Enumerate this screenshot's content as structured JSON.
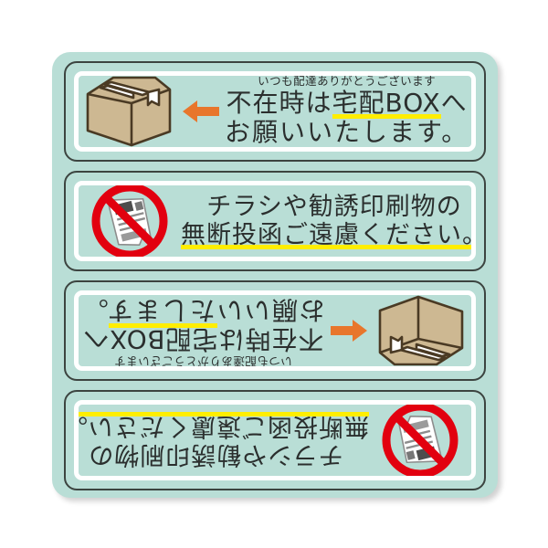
{
  "sticker": {
    "background_color": "#b9ded6",
    "border_color": "#3c4440",
    "inner_border_color": "#ffffff",
    "highlight_color": "#ffee00",
    "arrow_color": "#e8762c",
    "prohibition_color": "#e2000f",
    "box_color": "#cdb892"
  },
  "panels": [
    {
      "id": "panel-delivery-box",
      "orientation": "upright",
      "icon": "cardboard-box-icon",
      "arrow": "left-arrow-icon",
      "lines": {
        "small": "いつも配達ありがとうございます",
        "big1_pre": "不在時は",
        "big1_highlight": "宅配BOX",
        "big1_post": "へ",
        "big2": "お願いいたします。"
      }
    },
    {
      "id": "panel-no-flyers",
      "orientation": "upright",
      "icon": "no-flyer-icon",
      "lines": {
        "big1": "チラシや勧誘印刷物の",
        "big2": "無断投函ご遠慮ください。"
      }
    },
    {
      "id": "panel-delivery-box-flipped",
      "orientation": "rotated-180",
      "icon": "cardboard-box-icon",
      "arrow": "left-arrow-icon",
      "lines": {
        "small": "いつも配達ありがとうございます",
        "big1_pre": "不在時は",
        "big1_highlight": "宅配BOX",
        "big1_post": "へ",
        "big2": "お願いいたします。"
      }
    },
    {
      "id": "panel-no-flyers-flipped",
      "orientation": "rotated-180",
      "icon": "no-flyer-icon",
      "lines": {
        "big1": "チラシや勧誘印刷物の",
        "big2": "無断投函ご遠慮ください。"
      }
    }
  ]
}
